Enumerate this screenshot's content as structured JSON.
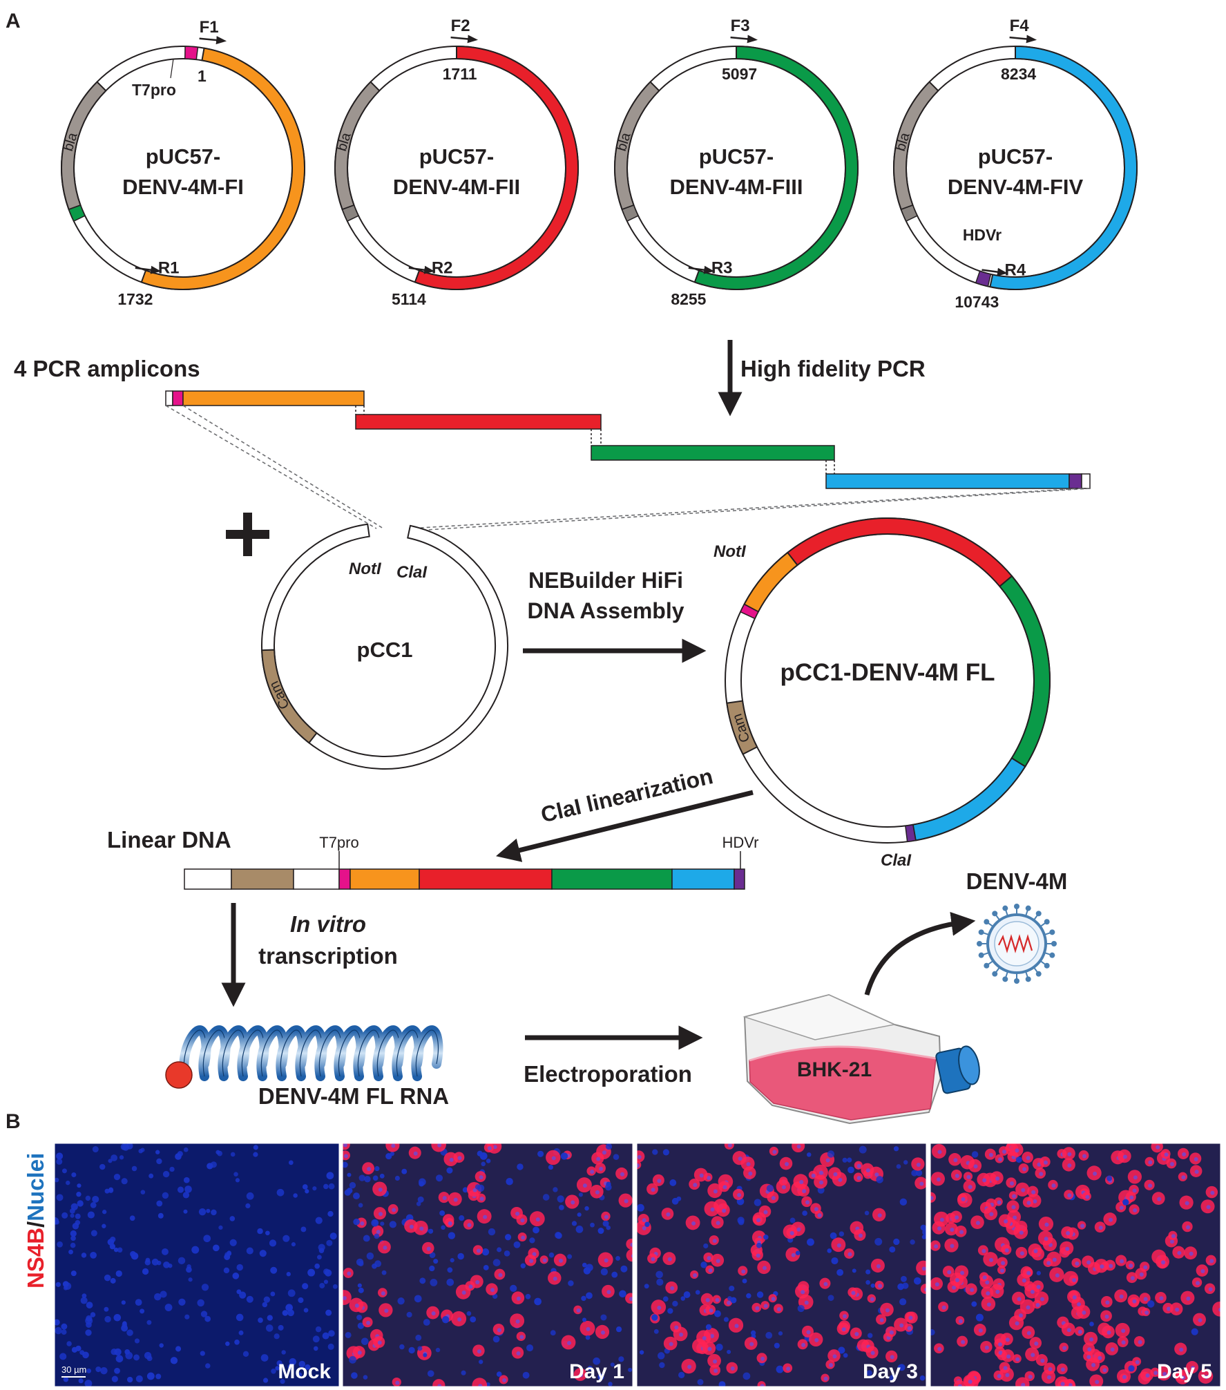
{
  "panels": {
    "a": "A",
    "b": "B"
  },
  "colors": {
    "fragment_I": "#f7941d",
    "fragment_II": "#e8202a",
    "fragment_III": "#0a9a48",
    "fragment_IV": "#1ea9e8",
    "bla": "#9d9590",
    "cam": "#a88b68",
    "t7_promoter": "#e5128a",
    "hdv_ribozyme": "#6a2d91",
    "flask_medium": "#e9587a",
    "mic_nuclei": "#1b35c8",
    "mic_ns4b": "#ff2255"
  },
  "plasmids": [
    {
      "name_line1": "pUC57-",
      "name_line2": "DENV-4M-FI",
      "bla": "bla",
      "primer_f": "F1",
      "primer_r": "R1",
      "start": "1",
      "end": "1732",
      "extra": "T7pro"
    },
    {
      "name_line1": "pUC57-",
      "name_line2": "DENV-4M-FII",
      "bla": "bla",
      "primer_f": "F2",
      "primer_r": "R2",
      "start": "1711",
      "end": "5114"
    },
    {
      "name_line1": "pUC57-",
      "name_line2": "DENV-4M-FIII",
      "bla": "bla",
      "primer_f": "F3",
      "primer_r": "R3",
      "start": "5097",
      "end": "8255"
    },
    {
      "name_line1": "pUC57-",
      "name_line2": "DENV-4M-FIV",
      "bla": "bla",
      "primer_f": "F4",
      "primer_r": "R4",
      "start": "8234",
      "end": "10743",
      "extra": "HDVr"
    }
  ],
  "labels": {
    "pcr_amplicons": "4 PCR amplicons",
    "high_fidelity_pcr": "High fidelity PCR",
    "plus": "+",
    "pcc1": "pCC1",
    "notI": "NotI",
    "claI": "ClaI",
    "cam": "Cam",
    "nebuilder_line1": "NEBuilder HiFi",
    "nebuilder_line2": "DNA Assembly",
    "pcc1_fl": "pCC1-DENV-4M FL",
    "clai_linearization": "ClaI linearization",
    "linear_dna": "Linear DNA",
    "t7pro": "T7pro",
    "hdvr": "HDVr",
    "in_vitro": "In vitro",
    "transcription": "transcription",
    "fl_rna": "DENV-4M FL RNA",
    "electroporation": "Electroporation",
    "bhk21": "BHK-21",
    "denv4m": "DENV-4M"
  },
  "microscopy": {
    "axis_label_red": "NS4B",
    "axis_label_sep": "/",
    "axis_label_blue": "Nuclei",
    "scale_bar": "30 µm",
    "panels": [
      {
        "label": "Mock",
        "infected_level": 0.0
      },
      {
        "label": "Day 1",
        "infected_level": 0.35
      },
      {
        "label": "Day 3",
        "infected_level": 0.6
      },
      {
        "label": "Day 5",
        "infected_level": 0.9
      }
    ]
  }
}
